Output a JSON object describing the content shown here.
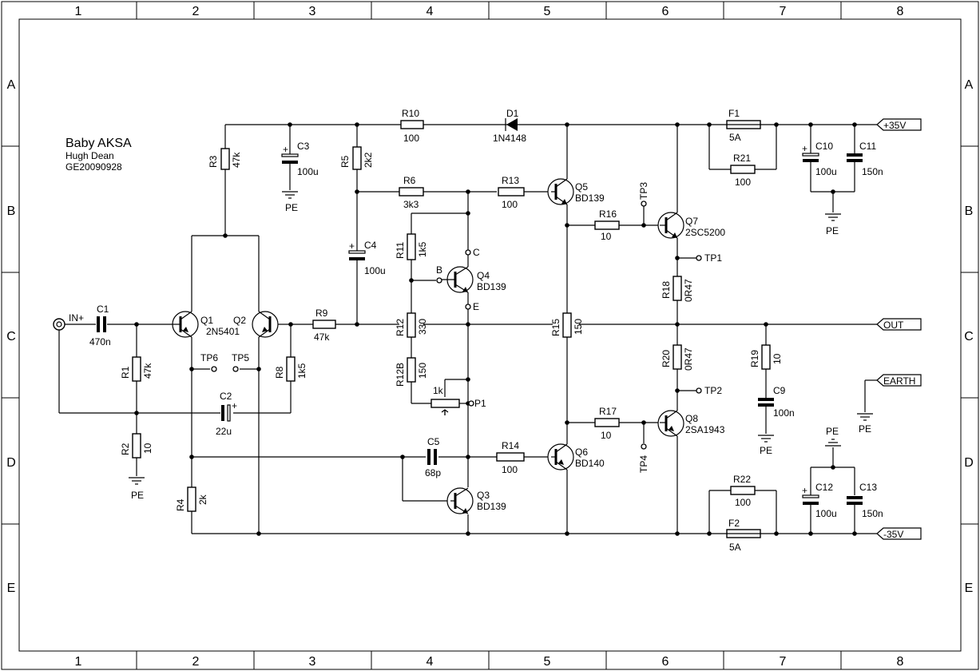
{
  "title": {
    "name": "Baby AKSA",
    "author": "Hugh Dean",
    "code": "GE20090928"
  },
  "grid": {
    "columns": [
      "1",
      "2",
      "3",
      "4",
      "5",
      "6",
      "7",
      "8"
    ],
    "rows": [
      "A",
      "B",
      "C",
      "D",
      "E"
    ]
  },
  "components": [
    {
      "ref": "R3",
      "val": "47k"
    },
    {
      "ref": "C3",
      "val": "100u"
    },
    {
      "ref": "R5",
      "val": "2k2"
    },
    {
      "ref": "R10",
      "val": "100"
    },
    {
      "ref": "D1",
      "val": "1N4148"
    },
    {
      "ref": "F1",
      "val": "5A"
    },
    {
      "ref": "R21",
      "val": "100"
    },
    {
      "ref": "C10",
      "val": "100u"
    },
    {
      "ref": "C11",
      "val": "150n"
    },
    {
      "ref": "R6",
      "val": "3k3"
    },
    {
      "ref": "R13",
      "val": "100"
    },
    {
      "ref": "Q5",
      "val": "BD139"
    },
    {
      "ref": "R16",
      "val": "10"
    },
    {
      "ref": "Q7",
      "val": "2SC5200"
    },
    {
      "ref": "C4",
      "val": "100u"
    },
    {
      "ref": "R11",
      "val": "1k5"
    },
    {
      "ref": "Q4",
      "val": "BD139"
    },
    {
      "ref": "R18",
      "val": "0R47"
    },
    {
      "ref": "C1",
      "val": "470n"
    },
    {
      "ref": "Q1",
      "val": "2N5401"
    },
    {
      "ref": "Q2",
      "val": ""
    },
    {
      "ref": "R9",
      "val": "47k"
    },
    {
      "ref": "R12",
      "val": "330"
    },
    {
      "ref": "R15",
      "val": "150"
    },
    {
      "ref": "R1",
      "val": "47k"
    },
    {
      "ref": "R8",
      "val": "1k5"
    },
    {
      "ref": "R12B",
      "val": "150"
    },
    {
      "ref": "R20",
      "val": "0R47"
    },
    {
      "ref": "R19",
      "val": "10"
    },
    {
      "ref": "C2",
      "val": "22u"
    },
    {
      "ref": "R17",
      "val": "10"
    },
    {
      "ref": "Q8",
      "val": "2SA1943"
    },
    {
      "ref": "C9",
      "val": "100n"
    },
    {
      "ref": "R2",
      "val": "10"
    },
    {
      "ref": "C5",
      "val": "68p"
    },
    {
      "ref": "R14",
      "val": "100"
    },
    {
      "ref": "Q6",
      "val": "BD140"
    },
    {
      "ref": "R4",
      "val": "2k"
    },
    {
      "ref": "Q3",
      "val": "BD139"
    },
    {
      "ref": "R22",
      "val": "100"
    },
    {
      "ref": "C12",
      "val": "100u"
    },
    {
      "ref": "C13",
      "val": "150n"
    },
    {
      "ref": "F2",
      "val": "5A"
    },
    {
      "ref": "P1",
      "val": "1k"
    }
  ],
  "nets": {
    "pos": "+35V",
    "neg": "-35V",
    "out": "OUT",
    "earth": "EARTH",
    "input": "IN+",
    "ground": "PE"
  },
  "testpoints": [
    "TP1",
    "TP2",
    "TP3",
    "TP4",
    "TP5",
    "TP6"
  ],
  "pins": [
    "B",
    "C",
    "E"
  ]
}
